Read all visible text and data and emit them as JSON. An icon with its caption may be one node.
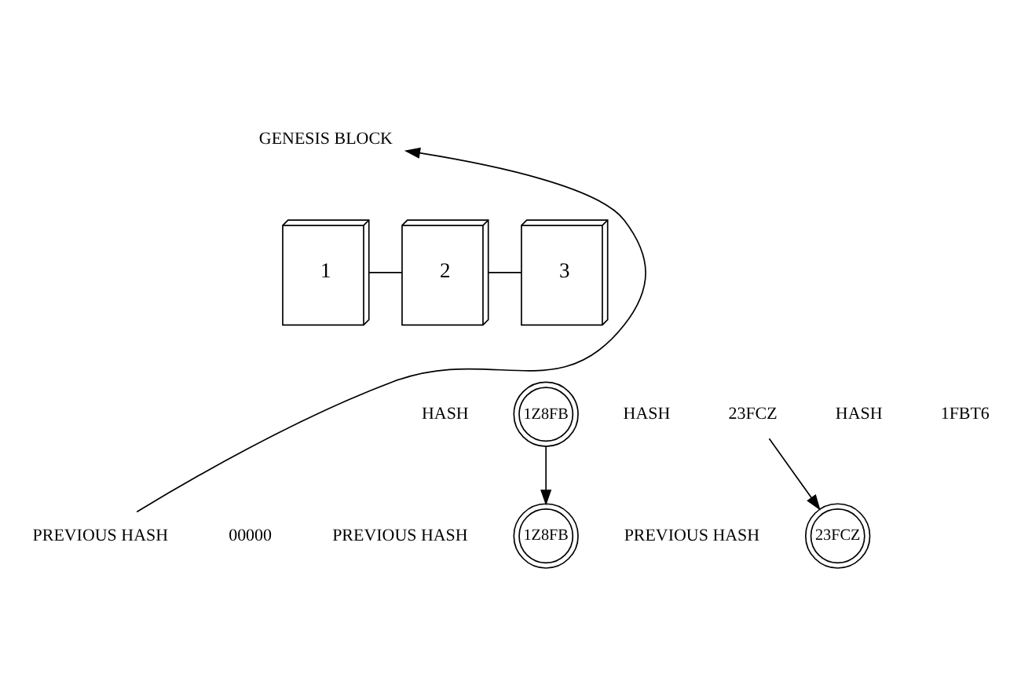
{
  "diagram": {
    "nodes": [
      {
        "text": [
          "GENESIS BLOCK"
        ]
      },
      {
        "text": [
          "1"
        ]
      },
      {
        "text": [
          "2"
        ]
      },
      {
        "text": [
          "3"
        ]
      },
      {
        "text": [
          "PREVIOUS HASH"
        ]
      },
      {
        "text": [
          "1Z8FB"
        ]
      },
      {
        "text": [
          "1Z8FB"
        ]
      },
      {
        "text": [
          "23FCZ"
        ]
      },
      {
        "text": [
          "23FCZ"
        ]
      }
    ],
    "edges": [
      {
        "from": 4,
        "to": 0,
        "arrow": "to"
      },
      {
        "from": 1,
        "to": 2,
        "arrow": "none"
      },
      {
        "from": 2,
        "to": 3,
        "arrow": "none"
      },
      {
        "from": 5,
        "to": 6,
        "arrow": "to"
      },
      {
        "from": 7,
        "to": 8,
        "arrow": "to"
      }
    ],
    "labels": [
      "HASH",
      "HASH",
      "HASH",
      "1FBT6",
      "00000",
      "PREVIOUS HASH",
      "PREVIOUS HASH"
    ]
  }
}
